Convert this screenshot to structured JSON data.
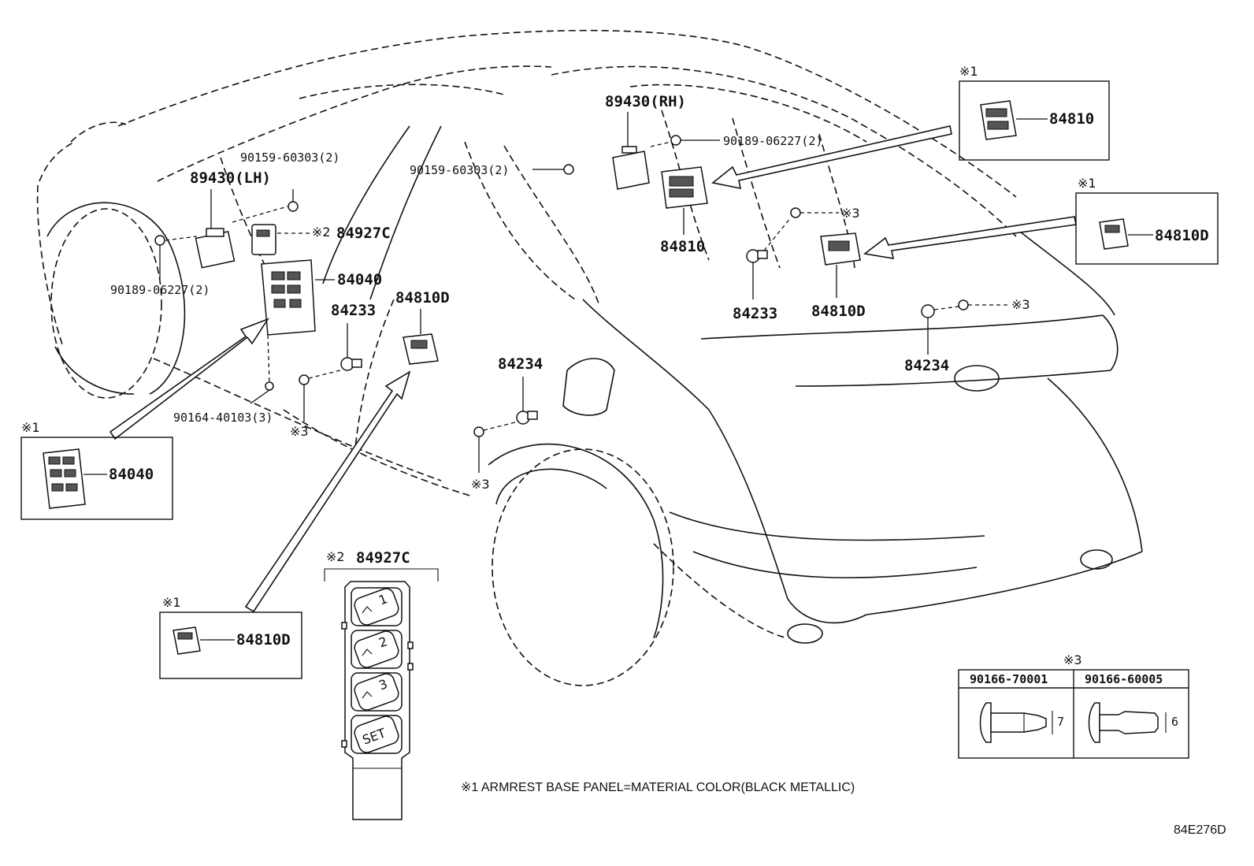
{
  "diagram_code": "84E276D",
  "note": "※1  ARMREST BASE PANEL=MATERIAL COLOR(BLACK METALLIC)",
  "callouts": {
    "p89430_lh": "89430(LH)",
    "p89430_rh": "89430(RH)",
    "p90159_left": "90159-60303(2)",
    "p90159_right": "90159-60303(2)",
    "p90189_left": "90189-06227(2)",
    "p90189_right": "90189-06227(2)",
    "p84927c": "84927C",
    "p84040": "84040",
    "p84233_left": "84233",
    "p84233_right": "84233",
    "p84810d_center": "84810D",
    "p84810d_right": "84810D",
    "p84810_center": "84810",
    "p84234_center": "84234",
    "p84234_right": "84234",
    "p90164": "90164-40103(3)",
    "mark2": "※2",
    "mark3": "※3"
  },
  "insets": {
    "mark1": "※1",
    "inset_84040": "84040",
    "inset_84810d_left": "84810D",
    "inset_84810": "84810",
    "inset_84810d_right": "84810D"
  },
  "switch_detail": {
    "mark": "※2",
    "part": "84927C",
    "buttons": [
      "1",
      "2",
      "3",
      "SET"
    ]
  },
  "clip_table": {
    "mark": "※3",
    "columns": [
      {
        "part": "90166-70001",
        "dim": "7"
      },
      {
        "part": "90166-60005",
        "dim": "6"
      }
    ]
  }
}
